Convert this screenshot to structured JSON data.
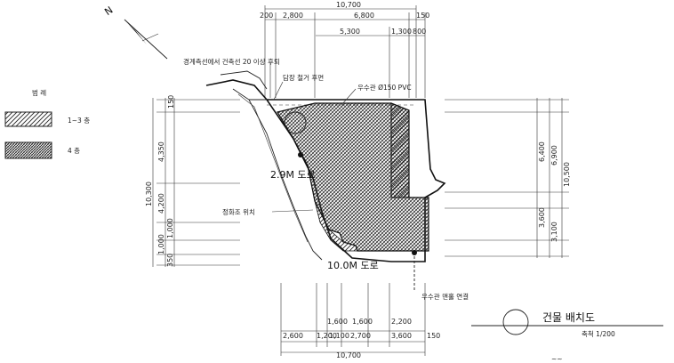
{
  "north_arrow": {
    "label": "N"
  },
  "legend": {
    "title": "범 례",
    "items": [
      {
        "swatch": "light-hatch",
        "label": "1~3 층"
      },
      {
        "swatch": "dense-hatch",
        "label": "4 층"
      }
    ]
  },
  "top_dimensions": {
    "overall": "10,700",
    "row2": [
      "200",
      "2,800",
      "6,800",
      "150"
    ],
    "row3": [
      "5,300",
      "1,300",
      "800"
    ]
  },
  "bottom_dimensions": {
    "overall": "10,700",
    "row1": [
      "1,600",
      "1,600",
      "2,200"
    ],
    "row2": [
      "2,600",
      "1,200",
      "1,100",
      "2,700",
      "3,600",
      "150"
    ]
  },
  "left_dimensions": {
    "overall": "10,300",
    "parts": [
      "150",
      "4,350",
      "4,200",
      "1,000",
      "1,000",
      "350"
    ]
  },
  "right_dimensions": {
    "overall": "10,500",
    "outer": [
      "6,900",
      "3,100"
    ],
    "inner": [
      "6,400",
      "3,600"
    ]
  },
  "annotations": {
    "boundary_note": "경계측선에서 건축선 20 이상 후퇴",
    "wall_note": "담장 철거 후면",
    "drain_note": "우수관 Ø150 PVC",
    "road_left": "2.9M 도로",
    "septic": "정화조 위치",
    "road_bottom": "10.0M 도로",
    "sewer": "우수관 맨홀 연결"
  },
  "title_block": {
    "title": "건물 배치도",
    "scale": "축척 1/200"
  },
  "footer_mark": "~~"
}
